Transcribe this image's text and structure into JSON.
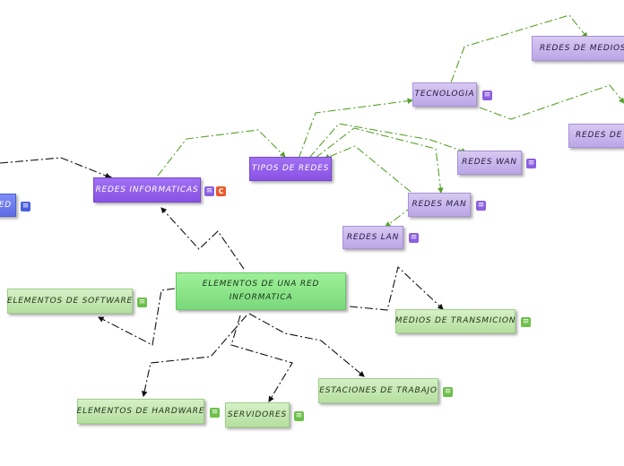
{
  "map": {
    "central": "ELEMENTOS DE UNA RED INFORMATICA",
    "redes_informaticas": "REDES INFORMATICAS",
    "left_partial": "ED",
    "tipos_de_redes": "TIPOS DE REDES",
    "tecnologia": "TECNOLOGIA",
    "redes_medios_g": "REDES DE MEDIOS G",
    "redes_de_n": "REDES DE N",
    "redes_wan": "REDES WAN",
    "redes_man": "REDES MAN",
    "redes_lan": "REDES LAN",
    "elementos_software": "ELEMENTOS DE SOFTWARE",
    "medios_transmicion": "MEDIOS DE TRANSMICION",
    "estaciones_trabajo": "ESTACIONES DE TRABAJO",
    "elementos_hardware": "ELEMENTOS DE HARDWARE",
    "servidores": "SERVIDORES",
    "note_icon": "≡",
    "flag_icon": "C"
  },
  "colors": {
    "line_green": "#5aa02c",
    "line_black": "#111111"
  }
}
